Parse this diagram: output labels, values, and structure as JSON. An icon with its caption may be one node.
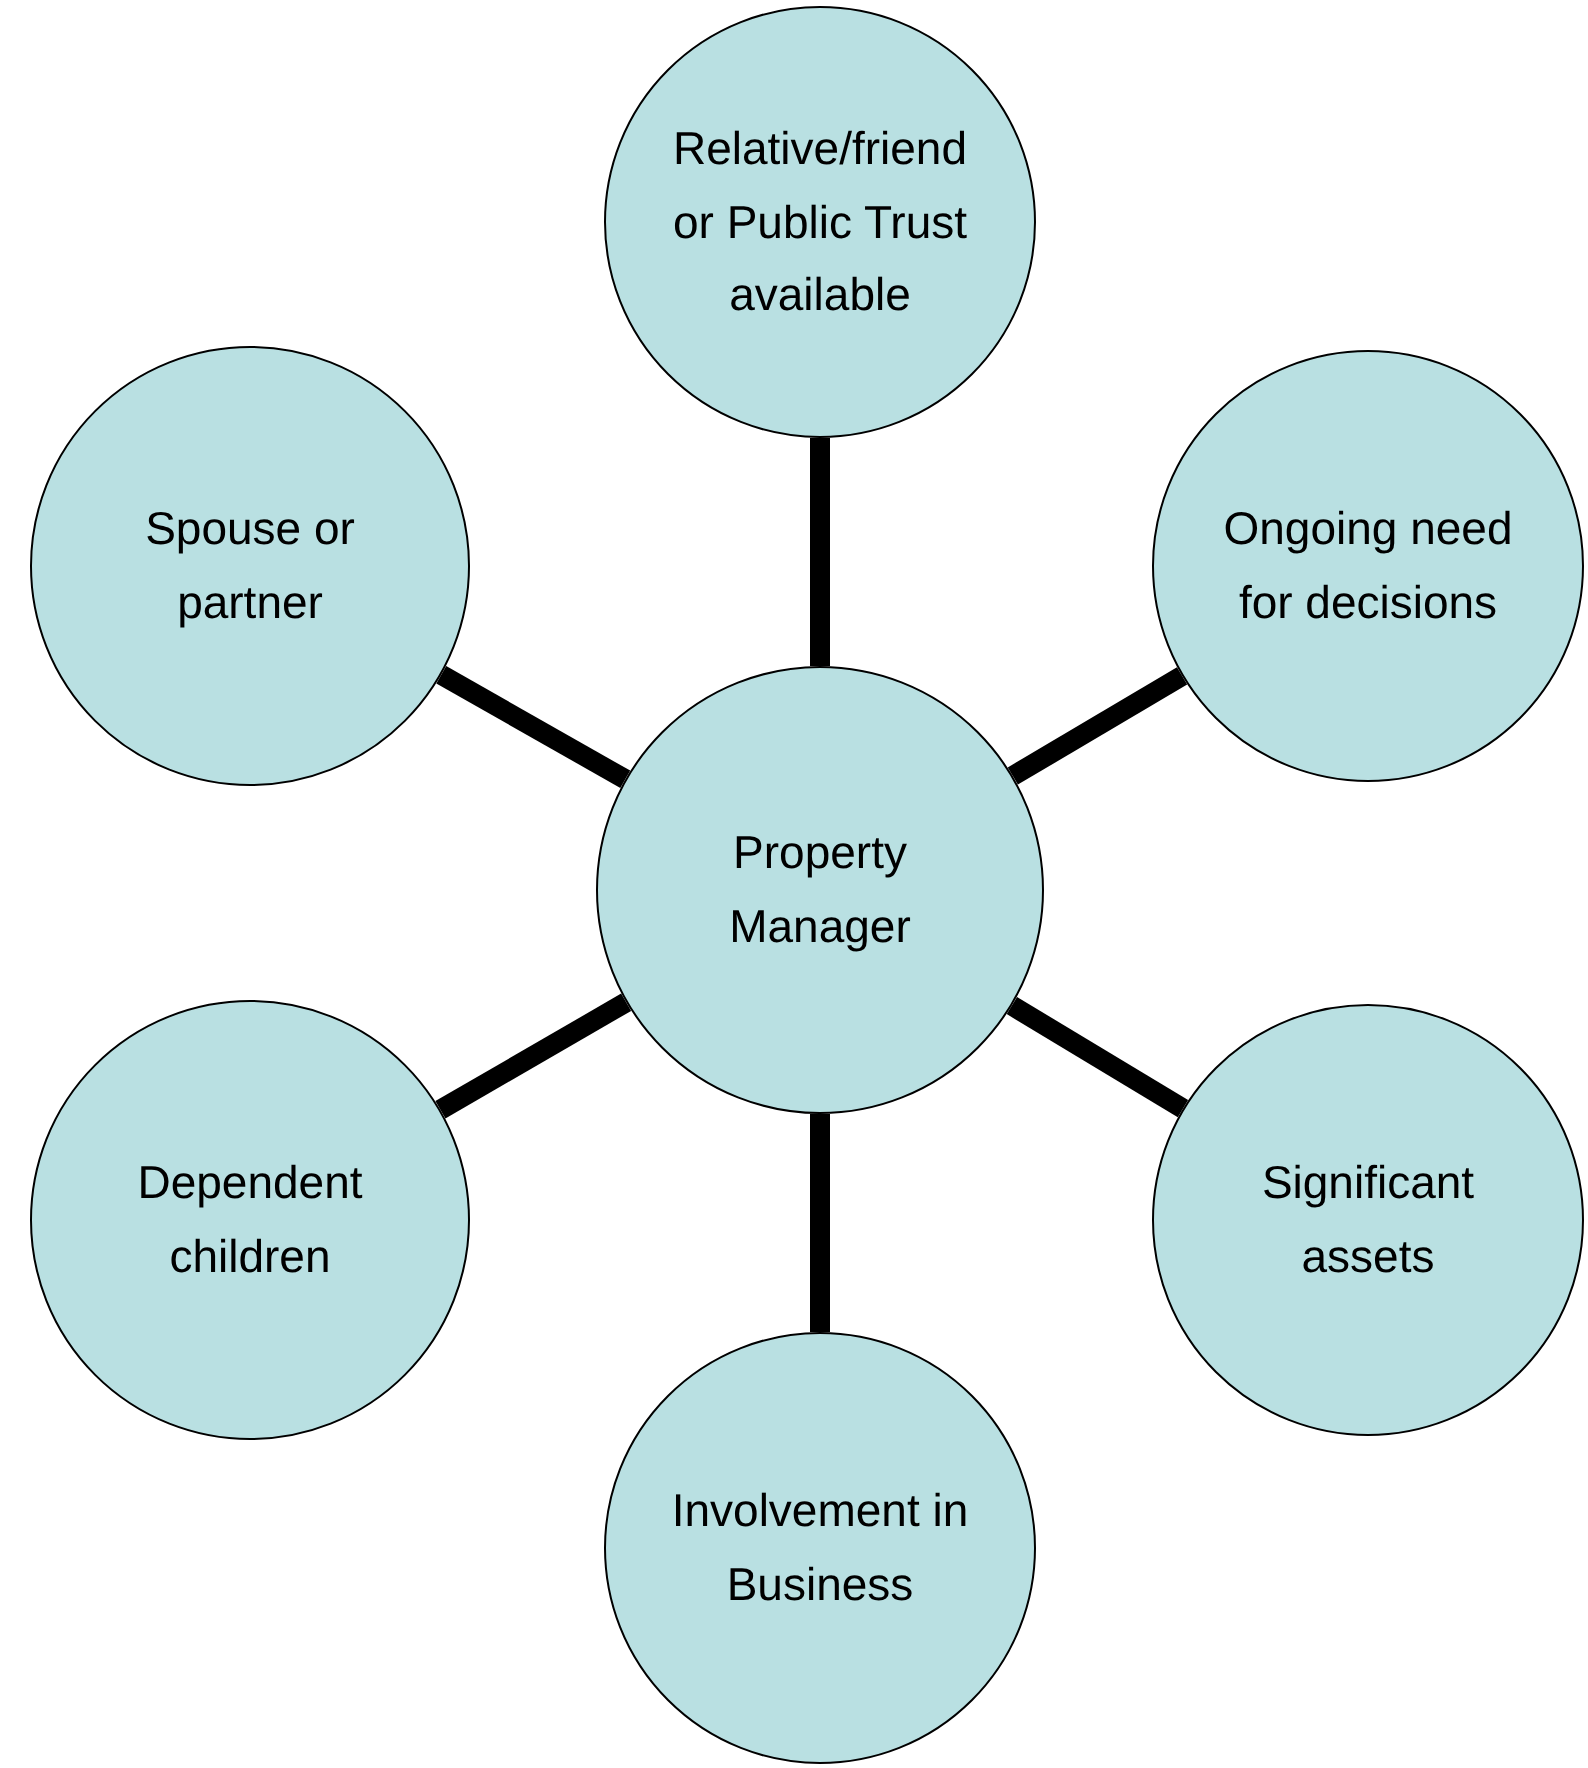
{
  "diagram": {
    "nodes": [
      {
        "text": [
          "Relative/friend or Public Trust available"
        ]
      },
      {
        "text": [
          "Spouse or partner"
        ]
      },
      {
        "text": [
          "Ongoing need for decisions"
        ]
      },
      {
        "text": [
          "Property Manager"
        ]
      },
      {
        "text": [
          "Dependent children"
        ]
      },
      {
        "text": [
          "Significant assets"
        ]
      },
      {
        "text": [
          "Involvement in Business"
        ]
      }
    ],
    "edges": [
      {
        "from": 3,
        "to": 0,
        "arrow": "none"
      },
      {
        "from": 3,
        "to": 1,
        "arrow": "none"
      },
      {
        "from": 3,
        "to": 2,
        "arrow": "none"
      },
      {
        "from": 3,
        "to": 4,
        "arrow": "none"
      },
      {
        "from": 3,
        "to": 5,
        "arrow": "none"
      },
      {
        "from": 3,
        "to": 6,
        "arrow": "none"
      }
    ]
  }
}
